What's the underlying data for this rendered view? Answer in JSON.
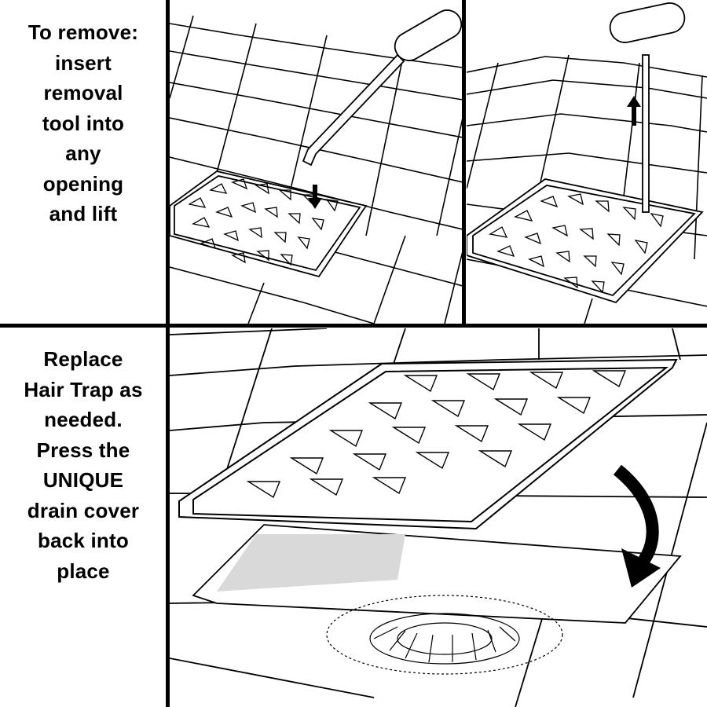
{
  "steps": {
    "remove_text": "To remove:\ninsert\nremoval\ntool into\nany\nopening\nand lift",
    "replace_text": "Replace\nHair Trap as\nneeded.\nPress the\nUNIQUE\ndrain cover\nback into\nplace"
  },
  "illustrations": {
    "tool_insert": "removal tool inserted into drain cover opening",
    "tool_lift": "removal tool lifting drain cover",
    "cover_replace": "drain cover pressed back into place over hair trap"
  },
  "colors": {
    "line": "#000000",
    "fill": "#ffffff",
    "shade": "#d9d9d9"
  }
}
